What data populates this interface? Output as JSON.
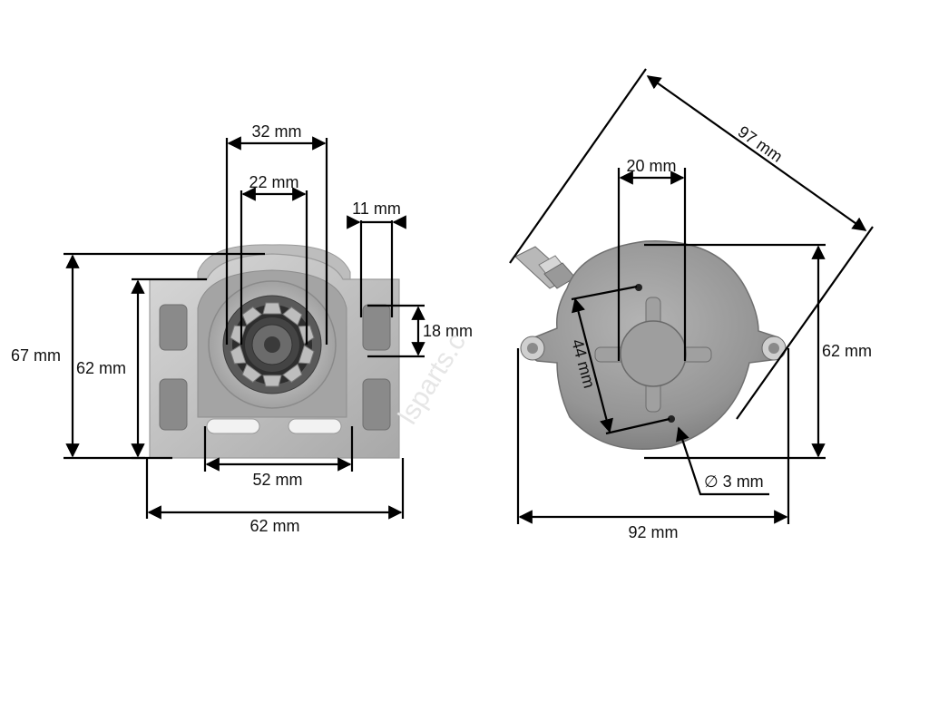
{
  "front_view": {
    "dim_top_outer": "32 mm",
    "dim_top_inner": "22 mm",
    "dim_bracket_slot": "11 mm",
    "dim_slot_height": "18 mm",
    "dim_total_height": "67 mm",
    "dim_bracket_height": "62 mm",
    "dim_base_slot": "52 mm",
    "dim_base_width": "62 mm"
  },
  "rear_view": {
    "dim_diagonal": "97 mm",
    "dim_boss": "20 mm",
    "dim_hole_spacing": "44 mm",
    "dim_height": "62 mm",
    "dim_hole_diameter": "∅ 3 mm",
    "dim_width": "92 mm"
  },
  "watermark": "lsparts.c",
  "colors": {
    "metal_light": "#c9c9c9",
    "metal_mid": "#a9a9a9",
    "metal_dark": "#7f7f7f",
    "housing": "#9a9a9a",
    "gear_dark": "#3a3a3a",
    "dimension_line": "#000000"
  }
}
